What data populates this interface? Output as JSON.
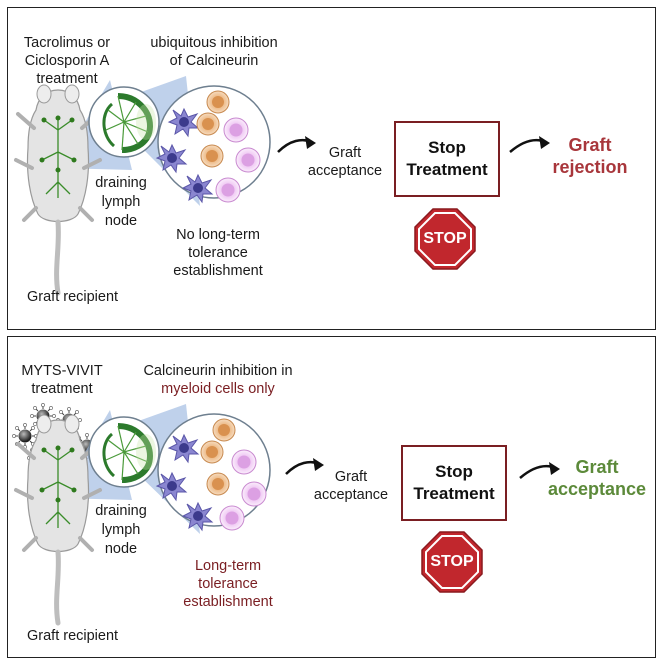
{
  "colors": {
    "rejection": "#a8363b",
    "acceptance": "#5c8a3a",
    "highlight_text": "#7a1e22",
    "stop_sign": "#c1272d",
    "box_border": "#7a1e22"
  },
  "icons": [
    "mouse-icon",
    "lymph-node-icon",
    "dendritic-cell-icon",
    "t-cell-icon",
    "nanoparticle-icon",
    "arrow-icon",
    "stop-sign-icon"
  ],
  "top_panel": {
    "treatment": [
      "Tacrolimus or",
      "Ciclosporin A",
      "treatment"
    ],
    "inhibition": [
      "ubiquitous inhibition",
      "of Calcineurin"
    ],
    "node_label": [
      "draining",
      "lymph",
      "node"
    ],
    "tolerance": [
      "No long-term",
      "tolerance",
      "establishment"
    ],
    "recipient": "Graft recipient",
    "graft_acceptance": [
      "Graft",
      "acceptance"
    ],
    "stop_treatment": [
      "Stop",
      "Treatment"
    ],
    "stop_sign": "STOP",
    "outcome": [
      "Graft",
      "rejection"
    ]
  },
  "bottom_panel": {
    "treatment": [
      "MYTS-VIVIT",
      "treatment"
    ],
    "inhibition_line1": "Calcineurin inhibition in",
    "inhibition_line2": "myeloid cells only",
    "node_label": [
      "draining",
      "lymph",
      "node"
    ],
    "tolerance": [
      "Long-term",
      "tolerance",
      "establishment"
    ],
    "recipient": "Graft recipient",
    "graft_acceptance": [
      "Graft",
      "acceptance"
    ],
    "stop_treatment": [
      "Stop",
      "Treatment"
    ],
    "stop_sign": "STOP",
    "outcome": [
      "Graft",
      "acceptance"
    ]
  }
}
